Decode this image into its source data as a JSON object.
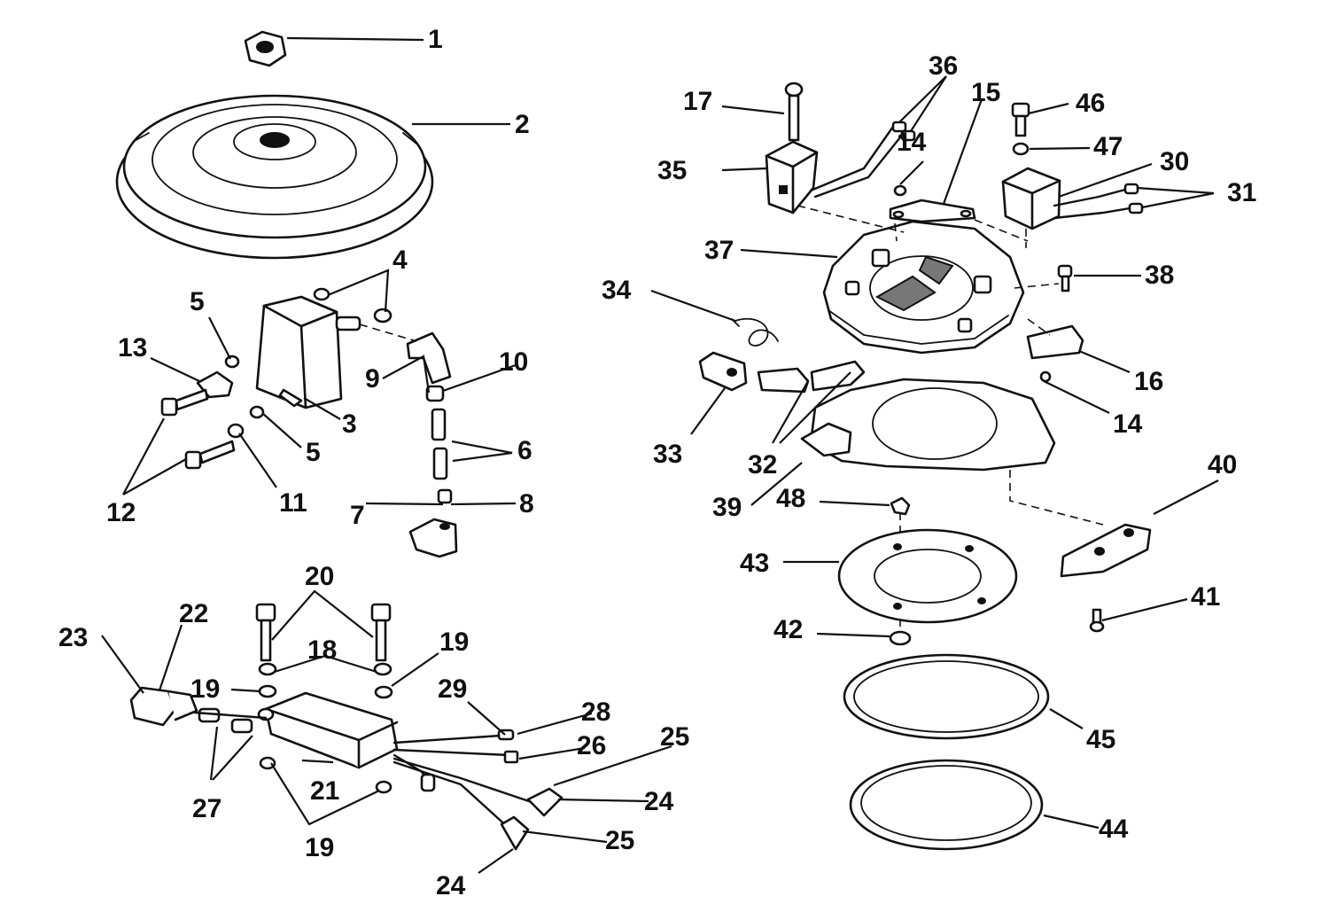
{
  "diagram": {
    "callouts": [
      "1",
      "2",
      "3",
      "4",
      "5",
      "5",
      "6",
      "7",
      "8",
      "9",
      "10",
      "11",
      "12",
      "13",
      "14",
      "14",
      "15",
      "16",
      "17",
      "18",
      "19",
      "19",
      "19",
      "20",
      "21",
      "22",
      "23",
      "24",
      "24",
      "25",
      "25",
      "26",
      "27",
      "28",
      "29",
      "30",
      "31",
      "32",
      "33",
      "34",
      "35",
      "36",
      "37",
      "38",
      "39",
      "40",
      "41",
      "42",
      "43",
      "44",
      "45",
      "46",
      "47",
      "48"
    ]
  }
}
